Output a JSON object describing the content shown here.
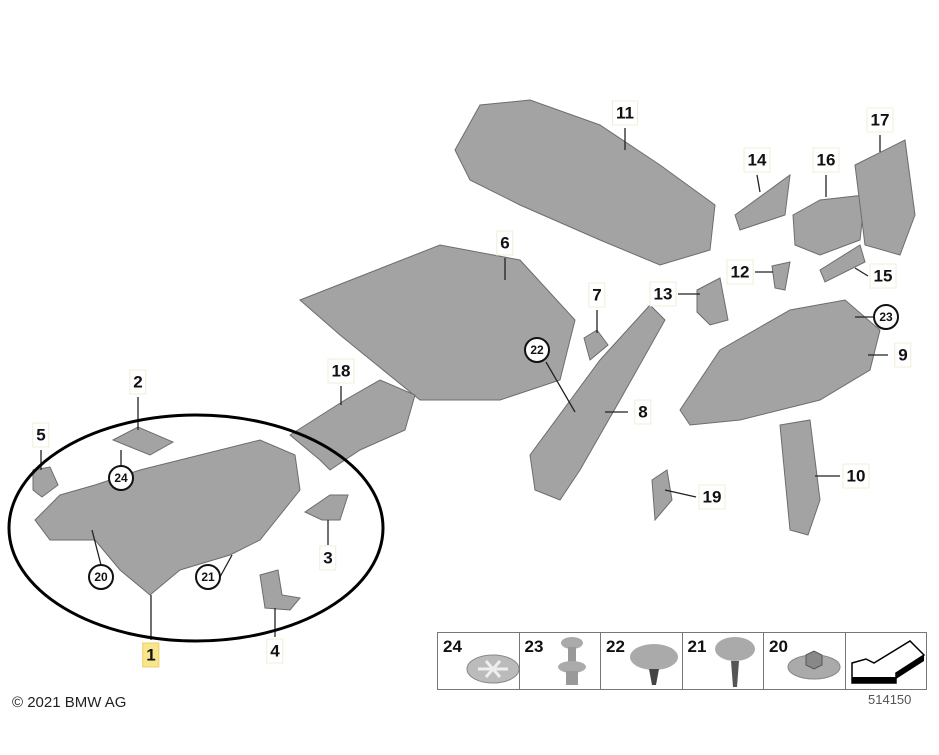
{
  "callouts": {
    "p1": "1",
    "p2": "2",
    "p3": "3",
    "p4": "4",
    "p5": "5",
    "p6": "6",
    "p7": "7",
    "p8": "8",
    "p9": "9",
    "p10": "10",
    "p11": "11",
    "p12": "12",
    "p13": "13",
    "p14": "14",
    "p15": "15",
    "p16": "16",
    "p17": "17",
    "p18": "18",
    "p19": "19",
    "c20": "20",
    "c21": "21",
    "c22": "22",
    "c23": "23",
    "c24": "24"
  },
  "legend": [
    {
      "label": "24",
      "icon": "spring-nut-icon"
    },
    {
      "label": "23",
      "icon": "expanding-rivet-icon"
    },
    {
      "label": "22",
      "icon": "plug-clip-icon"
    },
    {
      "label": "21",
      "icon": "screw-clip-icon"
    },
    {
      "label": "20",
      "icon": "hex-nut-washer-icon"
    }
  ],
  "highlighted_part": "1",
  "copyright": "© 2021 BMW AG",
  "diagram_code": "514150",
  "colors": {
    "part": "#9a9a9a",
    "highlight": "#fbe58a",
    "ellipse": "#000000"
  }
}
